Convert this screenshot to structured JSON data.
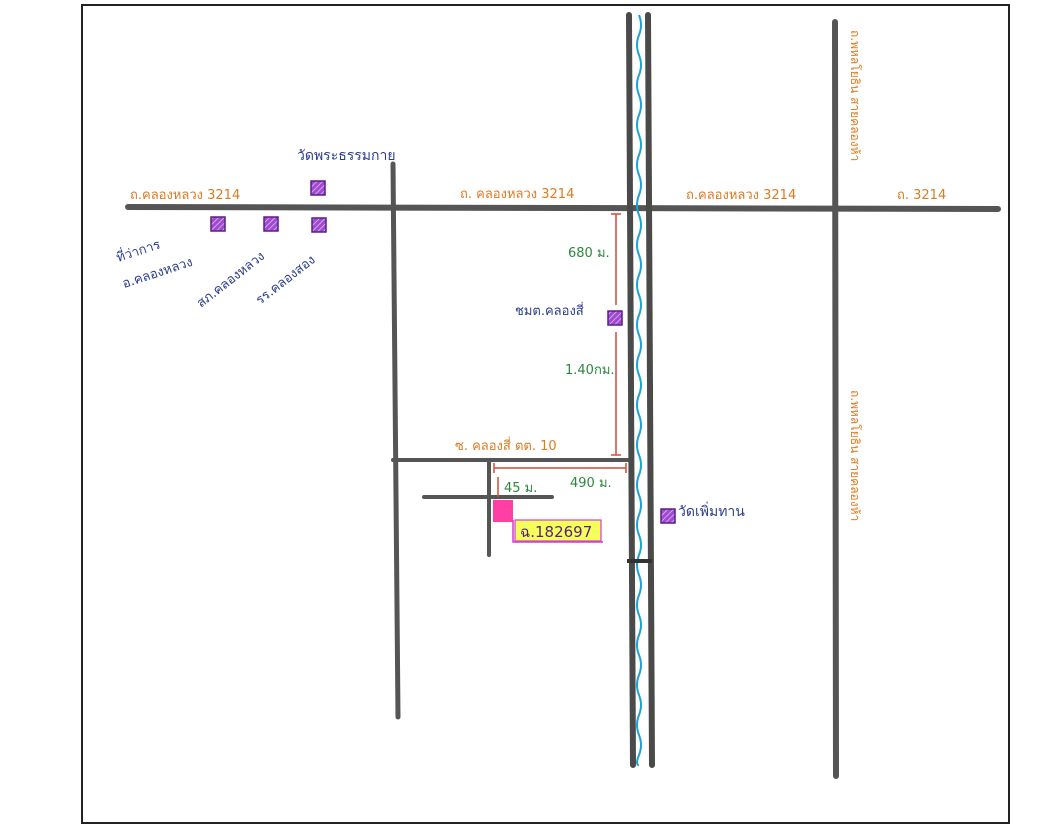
{
  "colors": {
    "road": "#555555",
    "road_label": "#e07a1f",
    "place_label": "#2c3e8f",
    "distance_label": "#2a8a3c",
    "dimension_line": "#d24a3a",
    "landmark": "#a04ad0",
    "water": "#1aa3d6",
    "parcel": "#ff3fa4",
    "parcel_label_bg": "#f4ff5a",
    "parcel_label_border": "#d03fd0"
  },
  "road_labels": {
    "main_west": "ถ.คลองหลวง 3214",
    "main_mid": "ถ. คลองหลวง 3214",
    "main_east_a": "ถ.คลองหลวง 3214",
    "main_east_b": "ถ. 3214",
    "soi": "ซ. คลองสี่ ตต. 10",
    "vertical_top": "ถ.พหลโยธิน สายคลองห้า",
    "vertical_bottom": "ถ.พหลโยธิน สายคลองห้า"
  },
  "places": {
    "district_office_1": "ที่ว่าการ",
    "district_office_2": "อ.คลองหลวง",
    "police_station": "สภ.คลองหลวง",
    "school": "รร.คลองสอง",
    "temple_dhammakaya": "วัดพระธรรมกาย",
    "community": "ชมต.คลองสี่",
    "temple_east": "วัดเพิ่มทาน"
  },
  "distances": {
    "d1": "680 ม.",
    "d2": "1.40กม.",
    "d3": "490 ม.",
    "d4": "45 ม."
  },
  "parcel": {
    "label": "ฉ.182697"
  },
  "icons": {
    "landmark": "hatched-square-icon",
    "parcel": "parcel-square-icon"
  }
}
